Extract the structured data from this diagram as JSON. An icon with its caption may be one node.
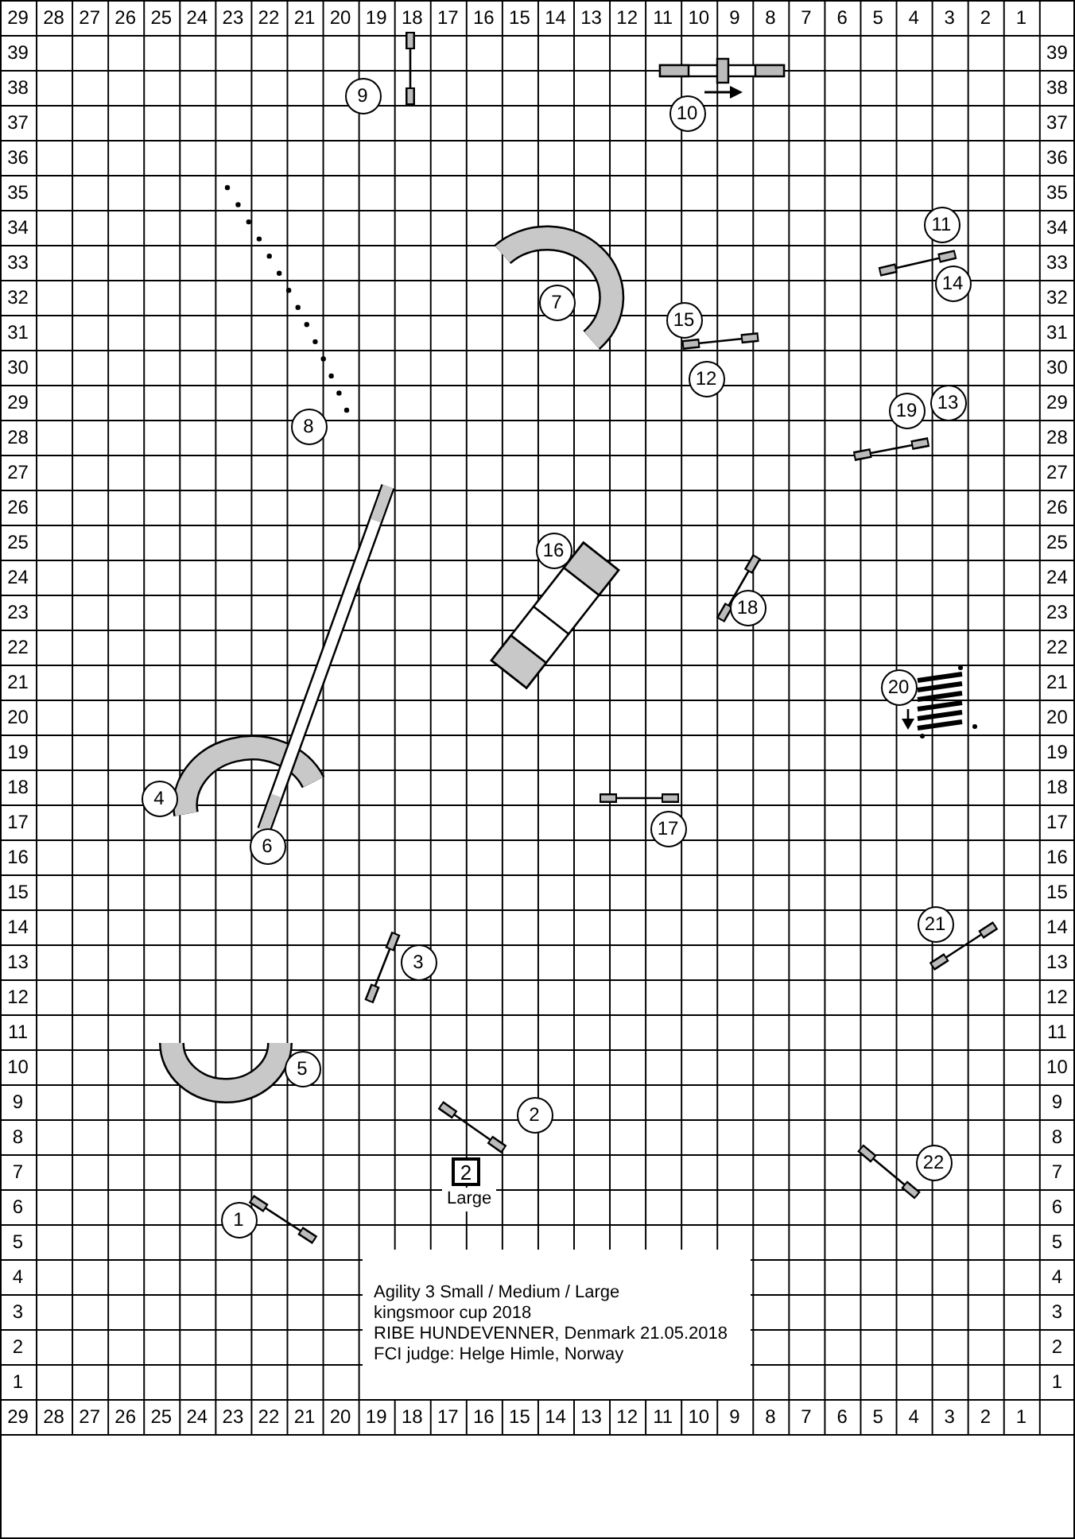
{
  "diagram": {
    "nodes": [
      {
        "text": [
          "1"
        ]
      },
      {
        "text": [
          "2"
        ]
      },
      {
        "text": [
          "3"
        ]
      },
      {
        "text": [
          "4"
        ]
      },
      {
        "text": [
          "5"
        ]
      },
      {
        "text": [
          "6"
        ]
      },
      {
        "text": [
          "7"
        ]
      },
      {
        "text": [
          "8"
        ]
      },
      {
        "text": [
          "9"
        ]
      },
      {
        "text": [
          "10"
        ]
      },
      {
        "text": [
          "11"
        ]
      },
      {
        "text": [
          "12"
        ]
      },
      {
        "text": [
          "13"
        ]
      },
      {
        "text": [
          "14"
        ]
      },
      {
        "text": [
          "15"
        ]
      },
      {
        "text": [
          "16"
        ]
      },
      {
        "text": [
          "17"
        ]
      },
      {
        "text": [
          "18"
        ]
      },
      {
        "text": [
          "19"
        ]
      },
      {
        "text": [
          "20"
        ]
      },
      {
        "text": [
          "21"
        ]
      },
      {
        "text": [
          "22"
        ]
      },
      {
        "text": [
          "2"
        ],
        "beside": [
          "Large"
        ]
      },
      {
        "text": [
          "Agility 3 Small / Medium / Large",
          "kingsmoor cup 2018",
          "RIBE HUNDEVENNER, Denmark 21.05.2018",
          "FCI judge: Helge Himle, Norway"
        ]
      }
    ],
    "labels": [
      "29",
      "28",
      "27",
      "26",
      "25",
      "24",
      "23",
      "22",
      "21",
      "20",
      "19",
      "18",
      "17",
      "16",
      "15",
      "14",
      "13",
      "12",
      "11",
      "10",
      "9",
      "8",
      "7",
      "6",
      "5",
      "4",
      "3",
      "2",
      "1",
      "39",
      "39",
      "38",
      "38",
      "37",
      "37",
      "36",
      "36",
      "35",
      "35",
      "34",
      "34",
      "33",
      "33",
      "32",
      "32",
      "31",
      "31",
      "30",
      "30",
      "29",
      "29",
      "28",
      "28",
      "27",
      "27",
      "26",
      "26",
      "25",
      "25",
      "24",
      "24",
      "23",
      "23",
      "22",
      "22",
      "21",
      "21",
      "20",
      "20",
      "19",
      "19",
      "18",
      "18",
      "17",
      "17",
      "16",
      "16",
      "15",
      "15",
      "14",
      "14",
      "13",
      "13",
      "12",
      "12",
      "11",
      "11",
      "10",
      "10",
      "9",
      "9",
      "8",
      "8",
      "7",
      "7",
      "6",
      "6",
      "5",
      "5",
      "4",
      "4",
      "3",
      "3",
      "2",
      "2",
      "1",
      "1",
      "29",
      "28",
      "27",
      "26",
      "25",
      "24",
      "23",
      "22",
      "21",
      "20",
      "19",
      "18",
      "17",
      "16",
      "15",
      "14",
      "13",
      "12",
      "11",
      "10",
      "9",
      "8",
      "7",
      "6",
      "5",
      "4",
      "3",
      "2",
      "1"
    ]
  }
}
